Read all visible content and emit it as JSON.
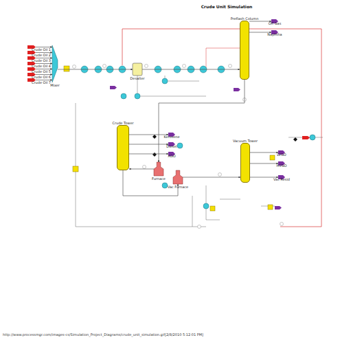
{
  "diagram": {
    "title": "Crude Unit Simulation",
    "nodes": [
      {
        "text": [
          "Crude Oil 1"
        ]
      },
      {
        "text": [
          "Crude Oil 2"
        ]
      },
      {
        "text": [
          "Crude Oil 3"
        ]
      },
      {
        "text": [
          "Crude Oil 4"
        ]
      },
      {
        "text": [
          "Crude Oil 5"
        ]
      },
      {
        "text": [
          "Crude Oil 6"
        ]
      },
      {
        "text": [
          "Crude Oil 7"
        ]
      },
      {
        "text": [
          "Mixer"
        ]
      },
      {
        "text": [
          "Desalter"
        ]
      },
      {
        "text": [
          "Preflash Column"
        ]
      },
      {
        "text": [
          "Crude Tower"
        ]
      },
      {
        "text": [
          "Furnace"
        ]
      },
      {
        "text": [
          "Vacuum Tower"
        ]
      },
      {
        "text": [
          "Vac Furnace"
        ]
      },
      {
        "text": [
          "Off Gas"
        ]
      },
      {
        "text": [
          "Naphtha"
        ]
      },
      {
        "text": [
          "Kerosene"
        ]
      },
      {
        "text": [
          "Diesel"
        ]
      },
      {
        "text": [
          "AGO"
        ]
      },
      {
        "text": [
          "LVGO"
        ]
      },
      {
        "text": [
          "HVGO"
        ]
      },
      {
        "text": [
          "Vac Resid"
        ]
      }
    ],
    "edges": [
      {
        "from": 0,
        "to": 7,
        "arrow": "to"
      },
      {
        "from": 1,
        "to": 7,
        "arrow": "to"
      },
      {
        "from": 2,
        "to": 7,
        "arrow": "to"
      },
      {
        "from": 3,
        "to": 7,
        "arrow": "to"
      },
      {
        "from": 4,
        "to": 7,
        "arrow": "to"
      },
      {
        "from": 5,
        "to": 7,
        "arrow": "to"
      },
      {
        "from": 6,
        "to": 7,
        "arrow": "to"
      },
      {
        "from": 7,
        "to": 8,
        "arrow": "to"
      },
      {
        "from": 8,
        "to": 9,
        "arrow": "to"
      },
      {
        "from": 9,
        "to": 11,
        "arrow": "to"
      },
      {
        "from": 11,
        "to": 10,
        "arrow": "to"
      },
      {
        "from": 10,
        "to": 13,
        "arrow": "to"
      },
      {
        "from": 13,
        "to": 12,
        "arrow": "to"
      },
      {
        "from": 9,
        "to": 14,
        "arrow": "to"
      },
      {
        "from": 9,
        "to": 15,
        "arrow": "to"
      },
      {
        "from": 10,
        "to": 16,
        "arrow": "to"
      },
      {
        "from": 10,
        "to": 17,
        "arrow": "to"
      },
      {
        "from": 10,
        "to": 18,
        "arrow": "to"
      },
      {
        "from": 12,
        "to": 19,
        "arrow": "to"
      },
      {
        "from": 12,
        "to": 20,
        "arrow": "to"
      },
      {
        "from": 12,
        "to": 21,
        "arrow": "to"
      }
    ],
    "labels": [
      "http://www.processmgr.com/images-cs/Simulation_Project_Diagrams/crude_unit_simulation.gif[2/8/2010 5:12:01 PM]"
    ]
  }
}
